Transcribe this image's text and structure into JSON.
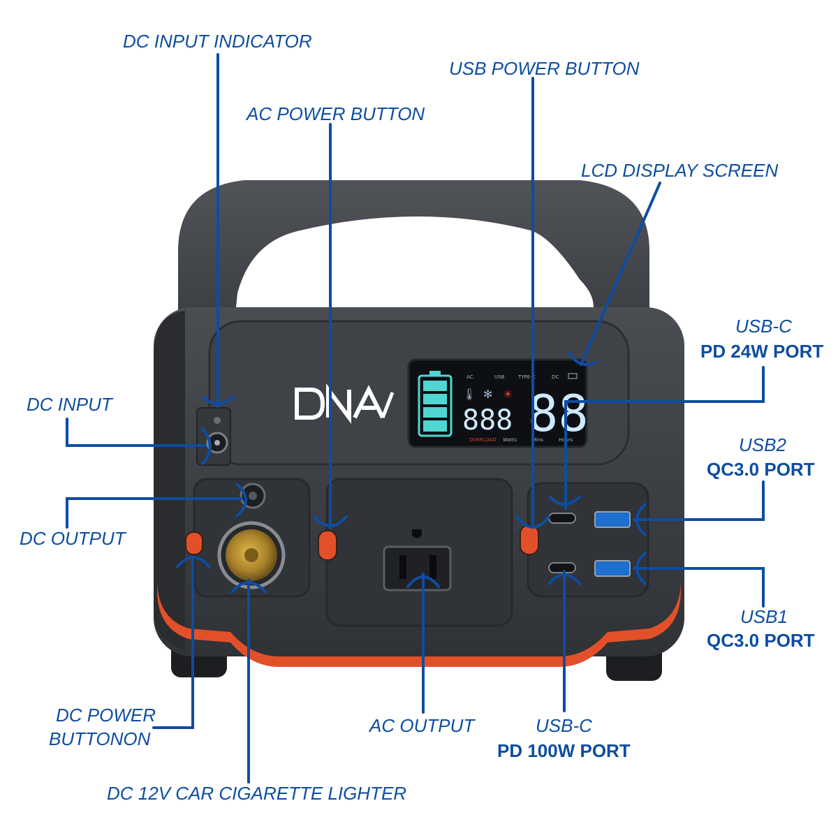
{
  "brand": {
    "logo": "DNA"
  },
  "lcd": {
    "labels": {
      "ac": "AC",
      "usb": "USB",
      "typec": "TYPE-C",
      "dc": "DC"
    },
    "watts_digits": "888",
    "hours_digits": "88",
    "overload": "OVERLOAD",
    "watts": "Watts",
    "mins": "Mins",
    "hours": "Hours"
  },
  "callouts": {
    "dc_input_indicator": "DC INPUT INDICATOR",
    "usb_power_button": "USB POWER BUTTON",
    "ac_power_button": "AC POWER BUTTON",
    "lcd_display_screen": "LCD DISPLAY SCREEN",
    "usbc_pd24_line1": "USB-C",
    "usbc_pd24_line2": "PD 24W PORT",
    "dc_input": "DC INPUT",
    "usb2_line1": "USB2",
    "usb2_line2": "QC3.0 PORT",
    "dc_output": "DC OUTPUT",
    "usb1_line1": "USB1",
    "usb1_line2": "QC3.0 PORT",
    "dc_power_button_line1": "DC POWER",
    "dc_power_button_line2": "BUTTONON",
    "ac_output": "AC OUTPUT",
    "usbc_pd100_line1": "USB-C",
    "usbc_pd100_line2": "PD 100W PORT",
    "dc_car_lighter": "DC 12V CAR CIGARETTE LIGHTER"
  },
  "colors": {
    "label_blue": "#0d4da1",
    "body_gray": "#3a3d42",
    "accent_orange": "#e2502a",
    "lcd_cyan": "#4fd6d2"
  }
}
